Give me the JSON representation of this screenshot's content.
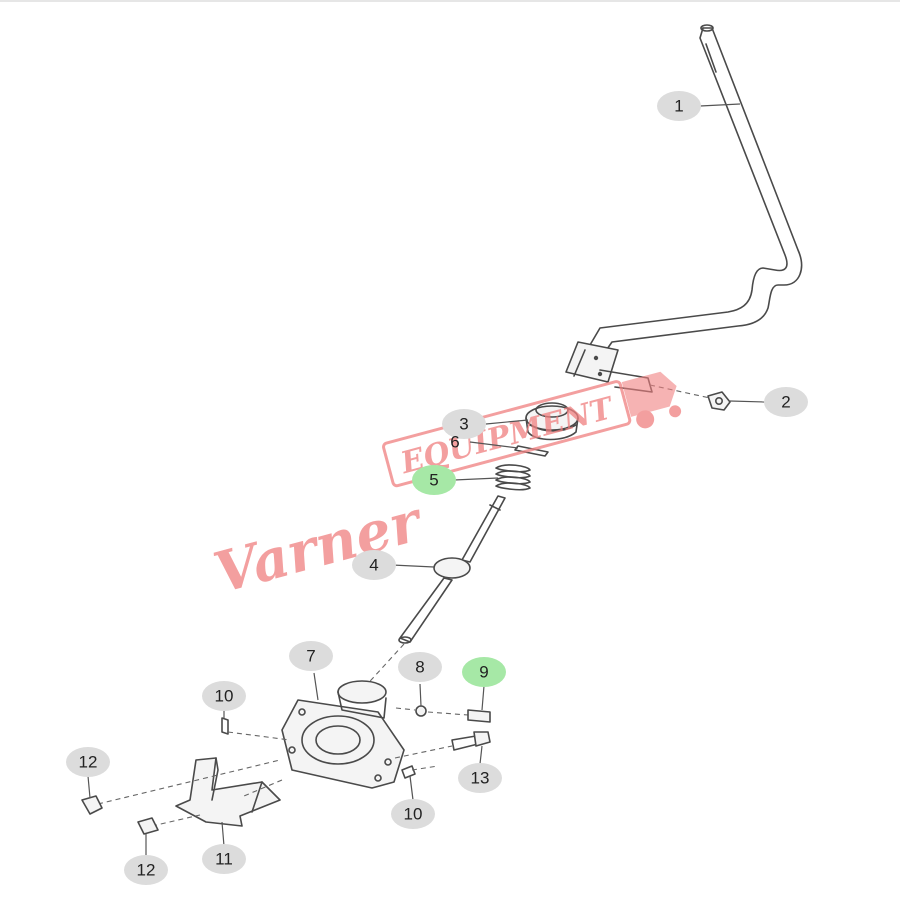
{
  "watermark": {
    "text_script": "Varner",
    "text_block": "EQUIPMENT",
    "color": "#f08080"
  },
  "colors": {
    "callout_default": "#dcdcdc",
    "callout_highlight": "#a6e8a6",
    "line": "#4a4a4a"
  },
  "callouts": [
    {
      "id": "c1",
      "label": "1",
      "highlight": false
    },
    {
      "id": "c2",
      "label": "2",
      "highlight": false
    },
    {
      "id": "c3",
      "label": "3",
      "highlight": false
    },
    {
      "id": "c4",
      "label": "4",
      "highlight": false
    },
    {
      "id": "c5",
      "label": "5",
      "highlight": true
    },
    {
      "id": "c6",
      "label": "6",
      "highlight": false
    },
    {
      "id": "c7",
      "label": "7",
      "highlight": false
    },
    {
      "id": "c8",
      "label": "8",
      "highlight": false
    },
    {
      "id": "c9",
      "label": "9",
      "highlight": true
    },
    {
      "id": "c10a",
      "label": "10",
      "highlight": false
    },
    {
      "id": "c10b",
      "label": "10",
      "highlight": false
    },
    {
      "id": "c11",
      "label": "11",
      "highlight": false
    },
    {
      "id": "c12a",
      "label": "12",
      "highlight": false
    },
    {
      "id": "c12b",
      "label": "12",
      "highlight": false
    },
    {
      "id": "c13",
      "label": "13",
      "highlight": false
    }
  ]
}
